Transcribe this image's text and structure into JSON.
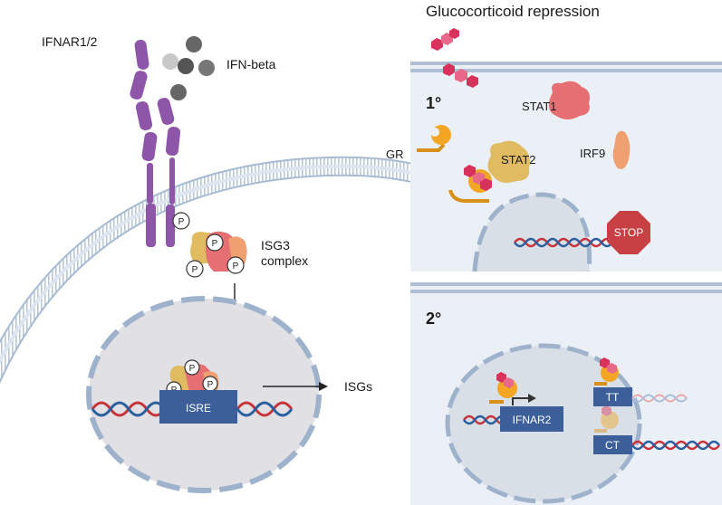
{
  "title": "Glucocorticoid repression",
  "labels": {
    "receptor": "IFNAR1/2",
    "ligand": "IFN-beta",
    "complex_line1": "ISG3",
    "complex_line2": "complex",
    "element": "ISRE",
    "output": "ISGs",
    "p": "P"
  },
  "panel1": {
    "step": "1°",
    "gr": "GR",
    "stat1": "STAT1",
    "stat2": "STAT2",
    "irf9": "IRF9",
    "stop": "STOP"
  },
  "panel2": {
    "step": "2°",
    "gene": "IFNAR2",
    "tt": "TT",
    "ct": "CT"
  },
  "colors": {
    "receptor": "#8e56a8",
    "stat1": "#e56f73",
    "stat2": "#e0bb62",
    "irf9": "#f0a070",
    "gr": "#f2a624",
    "ligand_red": "#d8315b",
    "box": "#3c5f99",
    "stop": "#c94044",
    "panel_bg": "#eaf0f5",
    "membrane": "#aebfd3"
  }
}
